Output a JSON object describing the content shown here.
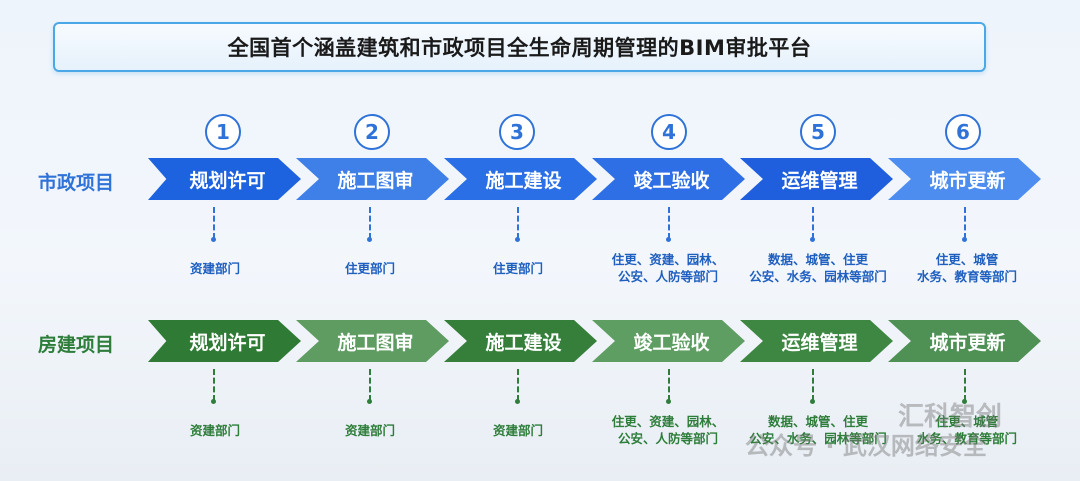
{
  "title": "全国首个涵盖建筑和市政项目全生命周期管理的BIM审批平台",
  "steps": [
    "1",
    "2",
    "3",
    "4",
    "5",
    "6"
  ],
  "municipal": {
    "label": "市政项目",
    "stages": [
      "规划许可",
      "施工图审",
      "施工建设",
      "竣工验收",
      "运维管理",
      "城市更新"
    ],
    "depts": [
      [
        "资建部门"
      ],
      [
        "住更部门"
      ],
      [
        "住更部门"
      ],
      [
        "住更、资建、园林、",
        "公安、人防等部门"
      ],
      [
        "数据、城管、住更",
        "公安、水务、园林等部门"
      ],
      [
        "住更、城管",
        "水务、教育等部门"
      ]
    ]
  },
  "building": {
    "label": "房建项目",
    "stages": [
      "规划许可",
      "施工图审",
      "施工建设",
      "竣工验收",
      "运维管理",
      "城市更新"
    ],
    "depts": [
      [
        "资建部门"
      ],
      [
        "资建部门"
      ],
      [
        "资建部门"
      ],
      [
        "住更、资建、园林、",
        "公安、人防等部门"
      ],
      [
        "数据、城管、住更",
        "公安、水务、园林等部门"
      ],
      [
        "住更、城管",
        "水务、教育等部门"
      ]
    ]
  },
  "watermark": {
    "brand": "汇科智创",
    "account": "公众号 · 武汉网络安全"
  },
  "colors": {
    "blue_stages": [
      "#1d63e0",
      "#3f7fe8",
      "#2a6fe6",
      "#2f6fe6",
      "#1f5fde",
      "#4d8df0"
    ],
    "green_stages": [
      "#2f7a34",
      "#5e9c62",
      "#357f3a",
      "#5f9e63",
      "#3e8743",
      "#4f9155"
    ]
  }
}
